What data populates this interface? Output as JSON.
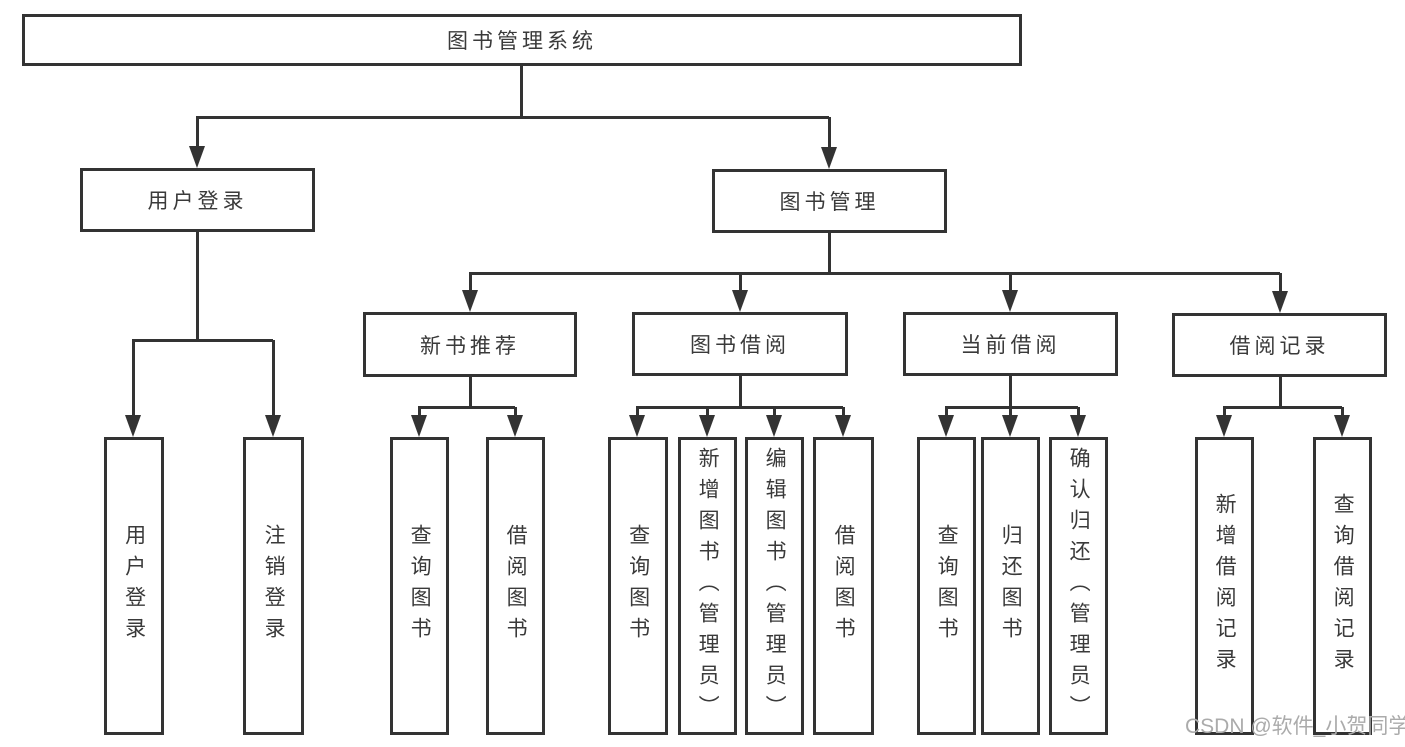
{
  "diagram": {
    "title": "图书管理系统",
    "branches": [
      {
        "label": "用户登录",
        "children": [
          {
            "label": "用户登录"
          },
          {
            "label": "注销登录"
          }
        ]
      },
      {
        "label": "图书管理",
        "children": [
          {
            "label": "新书推荐",
            "children": [
              {
                "label": "查询图书"
              },
              {
                "label": "借阅图书"
              }
            ]
          },
          {
            "label": "图书借阅",
            "children": [
              {
                "label": "查询图书"
              },
              {
                "label": "新增图书（管理员）"
              },
              {
                "label": "编辑图书（管理员）"
              },
              {
                "label": "借阅图书"
              }
            ]
          },
          {
            "label": "当前借阅",
            "children": [
              {
                "label": "查询图书"
              },
              {
                "label": "归还图书"
              },
              {
                "label": "确认归还（管理员）"
              }
            ]
          },
          {
            "label": "借阅记录",
            "children": [
              {
                "label": "新增借阅记录"
              },
              {
                "label": "查询借阅记录"
              }
            ]
          }
        ]
      }
    ]
  },
  "watermark": "CSDN @软件_小贺同学",
  "colors": {
    "line": "#333333",
    "text": "#3a3a3a",
    "watermark": "#ababab",
    "background": "#ffffff"
  }
}
